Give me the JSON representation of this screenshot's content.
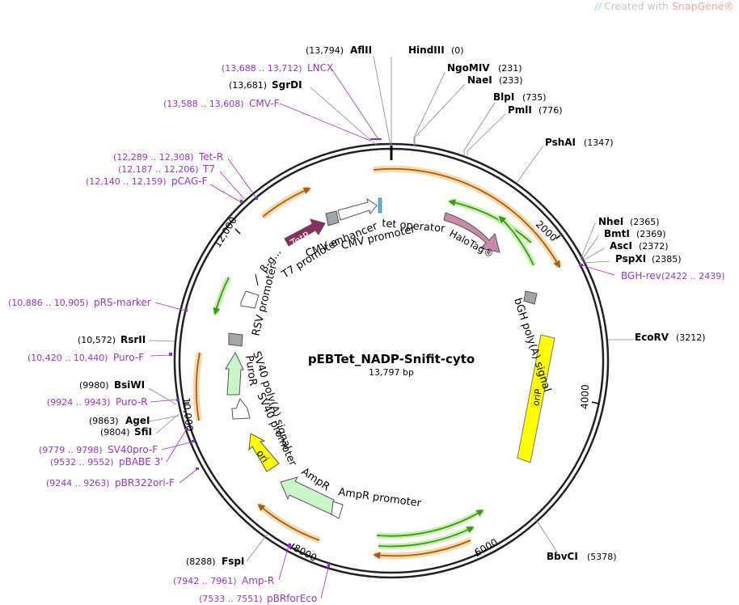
{
  "watermark": {
    "prefix": "Created with",
    "brand": "SnapGene",
    "mark": "®"
  },
  "plasmid": {
    "name": "pEBTet_NADP-Snifit-cyto",
    "length_label": "13,797 bp",
    "length": 13797
  },
  "colors": {
    "enzyme": "#000000",
    "primer": "#9933cc",
    "primer_arrow": "#8a2be2",
    "backbone": "#222222"
  },
  "ticks": [
    "2000",
    "4000",
    "6000",
    "8000",
    "10,000",
    "12,000"
  ],
  "enzymes": [
    {
      "name": "AflII",
      "pos": "(13,794)"
    },
    {
      "name": "HindIII",
      "pos": "(0)"
    },
    {
      "name": "NgoMIV",
      "pos": "(231)"
    },
    {
      "name": "NaeI",
      "pos": "(233)"
    },
    {
      "name": "BlpI",
      "pos": "(735)"
    },
    {
      "name": "PmlI",
      "pos": "(776)"
    },
    {
      "name": "PshAI",
      "pos": "(1347)"
    },
    {
      "name": "NheI",
      "pos": "(2365)"
    },
    {
      "name": "BmtI",
      "pos": "(2369)"
    },
    {
      "name": "AscI",
      "pos": "(2372)"
    },
    {
      "name": "PspXI",
      "pos": "(2385)"
    },
    {
      "name": "EcoRV",
      "pos": "(3212)"
    },
    {
      "name": "BbvCI",
      "pos": "(5378)"
    },
    {
      "name": "FspI",
      "pos": "(8288)"
    },
    {
      "name": "AgeI",
      "pos": "(9863)"
    },
    {
      "name": "SfiI",
      "pos": "(9804)"
    },
    {
      "name": "BsiWI",
      "pos": "(9980)"
    },
    {
      "name": "RsrII",
      "pos": "(10,572)"
    },
    {
      "name": "SgrDI",
      "pos": "(13,681)"
    }
  ],
  "primers": [
    {
      "name": "LNCX",
      "range": "(13,688 .. 13,712)"
    },
    {
      "name": "CMV-F",
      "range": "(13,588 .. 13,608)"
    },
    {
      "name": "Tet-R",
      "range": "(12,289 .. 12,308)"
    },
    {
      "name": "T7",
      "range": "(12,187 .. 12,206)"
    },
    {
      "name": "pCAG-F",
      "range": "(12,140 .. 12,159)"
    },
    {
      "name": "pRS-marker",
      "range": "(10,886 .. 10,905)"
    },
    {
      "name": "Puro-F",
      "range": "(10,420 .. 10,440)"
    },
    {
      "name": "Puro-R",
      "range": "(9924 .. 9943)"
    },
    {
      "name": "SV40pro-F",
      "range": "(9779 .. 9798)"
    },
    {
      "name": "pBABE 3'",
      "range": "(9532 .. 9552)"
    },
    {
      "name": "pBR322ori-F",
      "range": "(9244 .. 9263)"
    },
    {
      "name": "Amp-R",
      "range": "(7942 .. 7961)"
    },
    {
      "name": "pBRforEco",
      "range": "(7533 .. 7551)"
    },
    {
      "name": "BGH-rev",
      "range": "(2422 .. 2439)"
    }
  ],
  "features": [
    {
      "name": "TetR",
      "color": "#8b2f5e"
    },
    {
      "name": "HaloTag®",
      "color": "#c88aa8"
    },
    {
      "name": "oriP",
      "color": "#ffff00"
    },
    {
      "name": "ori",
      "color": "#ffff00"
    },
    {
      "name": "AmpR",
      "color": "#c9f5c9"
    },
    {
      "name": "PuroR",
      "color": "#c9f5c9"
    },
    {
      "name": "CMV enhancer",
      "color": "#ffffff"
    },
    {
      "name": "CMV promoter",
      "color": "#ffffff"
    },
    {
      "name": "tet operator",
      "color": "#5bbcd6"
    },
    {
      "name": "T7 promoter",
      "color": "#ffffff"
    },
    {
      "name": "β-g...",
      "color": "#ffffff"
    },
    {
      "name": "RSV promoter",
      "color": "#ffffff"
    },
    {
      "name": "SV40 poly(A) signal",
      "color": "#9aa0a6"
    },
    {
      "name": "SV40 promoter",
      "color": "#ffffff"
    },
    {
      "name": "AmpR promoter",
      "color": "#ffffff"
    },
    {
      "name": "bGH poly(A) signal",
      "color": "#9aa0a6"
    }
  ]
}
